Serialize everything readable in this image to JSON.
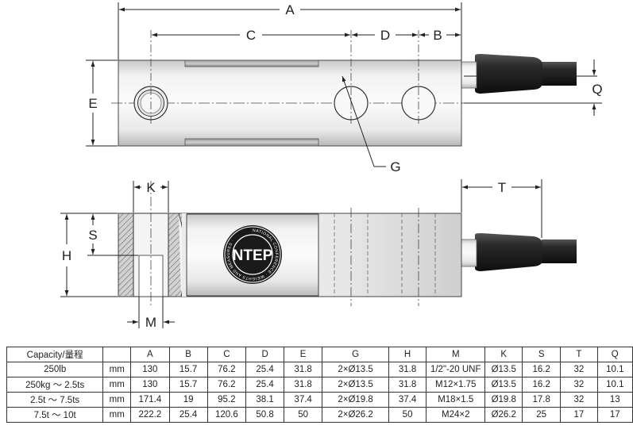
{
  "dimension_labels": {
    "A": "A",
    "B": "B",
    "C": "C",
    "D": "D",
    "E": "E",
    "G": "G",
    "H": "H",
    "K": "K",
    "M": "M",
    "Q": "Q",
    "S": "S",
    "T": "T"
  },
  "logo": {
    "center": "NTEP",
    "ring_text": "NATIONAL CONFERENCE · WEIGHTS AND MEASURES ·"
  },
  "colors": {
    "metal_light": "#f4f4f4",
    "metal_dark": "#bdbdbd",
    "cable": "#1e1e1e",
    "line": "#222222"
  },
  "table": {
    "columns": [
      "Capacity/量程",
      "",
      "A",
      "B",
      "C",
      "D",
      "E",
      "G",
      "H",
      "M",
      "K",
      "S",
      "T",
      "Q"
    ],
    "rows": [
      [
        "250lb",
        "mm",
        "130",
        "15.7",
        "76.2",
        "25.4",
        "31.8",
        "2×Ø13.5",
        "31.8",
        "1/2\"-20 UNF",
        "Ø13.5",
        "16.2",
        "32",
        "10.1"
      ],
      [
        "250kg ～ 2.5ts",
        "mm",
        "130",
        "15.7",
        "76.2",
        "25.4",
        "31.8",
        "2×Ø13.5",
        "31.8",
        "M12×1.75",
        "Ø13.5",
        "16.2",
        "32",
        "10.1"
      ],
      [
        "2.5t ～ 7.5ts",
        "mm",
        "171.4",
        "19",
        "95.2",
        "38.1",
        "37.4",
        "2×Ø19.8",
        "37.4",
        "M18×1.5",
        "Ø19.8",
        "17.8",
        "32",
        "13"
      ],
      [
        "7.5t ～ 10t",
        "mm",
        "222.2",
        "25.4",
        "120.6",
        "50.8",
        "50",
        "2×Ø26.2",
        "50",
        "M24×2",
        "Ø26.2",
        "25",
        "17",
        "17"
      ]
    ]
  }
}
